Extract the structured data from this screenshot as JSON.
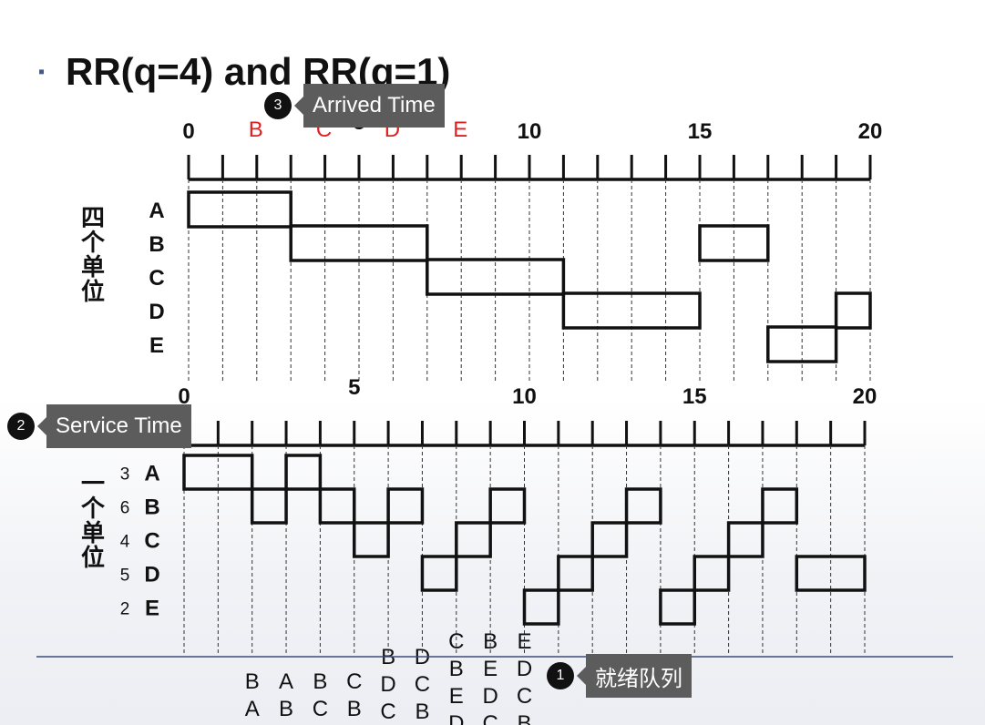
{
  "title": "RR(q=4) and RR(q=1)",
  "bullet": "▪",
  "top_chart": {
    "ticks": [
      {
        "t": 0,
        "label": "0"
      },
      {
        "t": 5,
        "label": "5"
      },
      {
        "t": 10,
        "label": "10"
      },
      {
        "t": 15,
        "label": "15"
      },
      {
        "t": 20,
        "label": "20"
      }
    ],
    "arrival_labels": [
      {
        "t": 2,
        "label": "B"
      },
      {
        "t": 4,
        "label": "C"
      },
      {
        "t": 6,
        "label": "D"
      },
      {
        "t": 8,
        "label": "E"
      }
    ],
    "side_label": "四个单位",
    "processes": [
      "A",
      "B",
      "C",
      "D",
      "E"
    ],
    "segments": [
      {
        "p": "A",
        "start": 0,
        "end": 3
      },
      {
        "p": "B",
        "start": 3,
        "end": 7
      },
      {
        "p": "C",
        "start": 7,
        "end": 11
      },
      {
        "p": "D",
        "start": 11,
        "end": 15
      },
      {
        "p": "B",
        "start": 15,
        "end": 17
      },
      {
        "p": "E",
        "start": 17,
        "end": 19
      },
      {
        "p": "D",
        "start": 19,
        "end": 20
      }
    ]
  },
  "bottom_chart": {
    "ticks": [
      {
        "t": 0,
        "label": "0"
      },
      {
        "t": 5,
        "label": "5"
      },
      {
        "t": 10,
        "label": "10"
      },
      {
        "t": 15,
        "label": "15"
      },
      {
        "t": 20,
        "label": "20"
      }
    ],
    "side_label": "一个单位",
    "processes": [
      {
        "name": "A",
        "service": "3"
      },
      {
        "name": "B",
        "service": "6"
      },
      {
        "name": "C",
        "service": "4"
      },
      {
        "name": "D",
        "service": "5"
      },
      {
        "name": "E",
        "service": "2"
      }
    ],
    "segments": [
      {
        "p": "A",
        "start": 0,
        "end": 2
      },
      {
        "p": "B",
        "start": 2,
        "end": 3
      },
      {
        "p": "A",
        "start": 3,
        "end": 4
      },
      {
        "p": "B",
        "start": 4,
        "end": 5
      },
      {
        "p": "C",
        "start": 5,
        "end": 6
      },
      {
        "p": "B",
        "start": 6,
        "end": 7
      },
      {
        "p": "D",
        "start": 7,
        "end": 8
      },
      {
        "p": "C",
        "start": 8,
        "end": 9
      },
      {
        "p": "B",
        "start": 9,
        "end": 10
      },
      {
        "p": "E",
        "start": 10,
        "end": 11
      },
      {
        "p": "D",
        "start": 11,
        "end": 12
      },
      {
        "p": "C",
        "start": 12,
        "end": 13
      },
      {
        "p": "B",
        "start": 13,
        "end": 14
      },
      {
        "p": "E",
        "start": 14,
        "end": 15
      },
      {
        "p": "D",
        "start": 15,
        "end": 16
      },
      {
        "p": "C",
        "start": 16,
        "end": 17
      },
      {
        "p": "B",
        "start": 17,
        "end": 18
      },
      {
        "p": "D",
        "start": 18,
        "end": 20
      }
    ],
    "ready_queues": [
      {
        "t": 2,
        "items": [
          "B",
          "A"
        ]
      },
      {
        "t": 3,
        "items": [
          "A",
          "B"
        ]
      },
      {
        "t": 4,
        "items": [
          "B",
          "C"
        ]
      },
      {
        "t": 5,
        "items": [
          "C",
          "B"
        ]
      },
      {
        "t": 6,
        "items": [
          "B",
          "D",
          "C"
        ]
      },
      {
        "t": 7,
        "items": [
          "D",
          "C",
          "B"
        ]
      },
      {
        "t": 8,
        "items": [
          "C",
          "B",
          "E",
          "D"
        ]
      },
      {
        "t": 9,
        "items": [
          "B",
          "E",
          "D",
          "C"
        ]
      },
      {
        "t": 10,
        "items": [
          "E",
          "D",
          "C",
          "B"
        ]
      }
    ]
  },
  "callouts": {
    "arrived": {
      "num": "3",
      "text": "Arrived Time"
    },
    "service": {
      "num": "2",
      "text": "Service Time"
    },
    "ready": {
      "num": "1",
      "text": "就绪队列"
    }
  },
  "colors": {
    "arrival": "#e02020",
    "callout_bg": "#5c5c5c",
    "bullet": "#3f5a8a",
    "baseline": "#3b4a7a"
  }
}
